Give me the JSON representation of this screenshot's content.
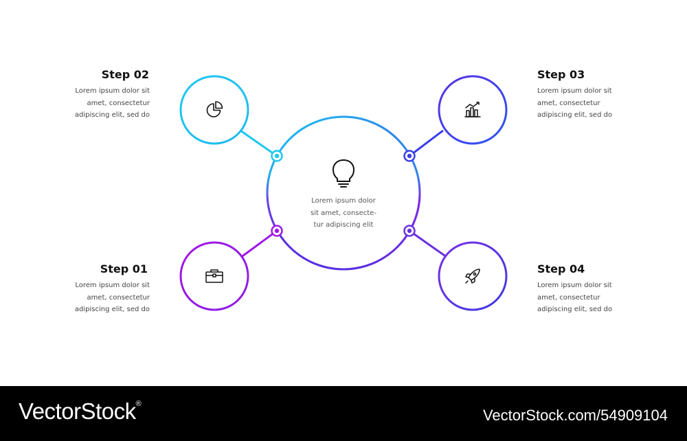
{
  "steps": {
    "step_02": {
      "title": "Step 02",
      "desc": [
        "Lorem ipsum dolor sit",
        "amet, consectetur",
        "adipiscing elit, sed do"
      ],
      "icon": "pie-chart-icon",
      "color": "#1ec8f0"
    },
    "step_03": {
      "title": "Step 03",
      "desc": [
        "Lorem ipsum dolor sit",
        "amet, consectetur",
        "adipiscing elit, sed do"
      ],
      "icon": "bar-chart-icon",
      "color": "#3f37e6"
    },
    "step_01": {
      "title": "Step 01",
      "desc": [
        "Lorem ipsum dolor sit",
        "amet, consectetur",
        "adipiscing elit, sed do"
      ],
      "icon": "briefcase-icon",
      "color": "#a117e6"
    },
    "step_04": {
      "title": "Step 04",
      "desc": [
        "Lorem ipsum dolor sit",
        "amet, consectetur",
        "adipiscing elit, sed do"
      ],
      "icon": "rocket-icon",
      "color": "#6a2ee0"
    }
  },
  "center": {
    "text": [
      "Lorem ipsum dolor",
      "sit amet, consecte-",
      "tur adipiscing elit"
    ],
    "icon": "lightbulb-icon"
  },
  "footer": {
    "brand": "VectorStock",
    "brand_mark": "®",
    "image_ref": "VectorStock.com/54909104"
  },
  "colors": {
    "cyan": "#1ec8f0",
    "blue": "#3f37e6",
    "purple": "#a117e6",
    "violet": "#6a2ee0",
    "background": "#ffffff",
    "footer": "#000000"
  }
}
